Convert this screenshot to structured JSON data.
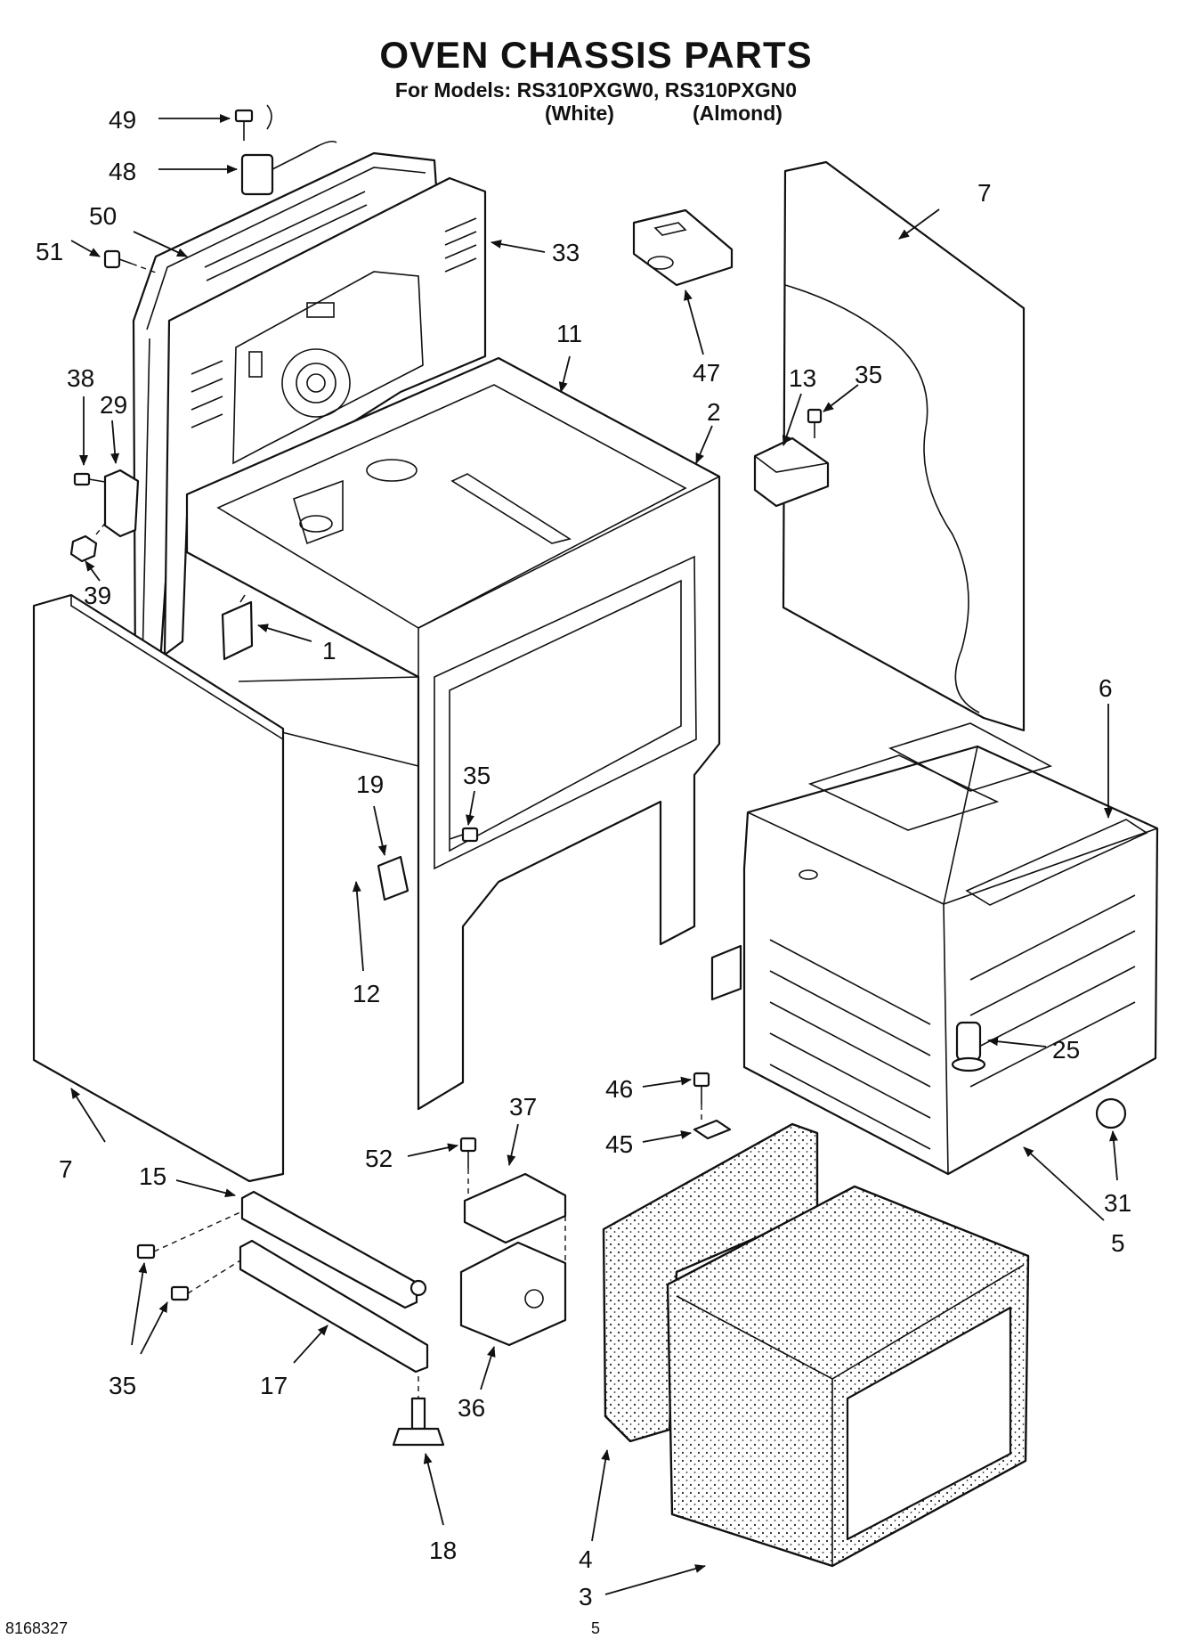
{
  "header": {
    "title": "OVEN CHASSIS PARTS",
    "models_line": "For Models: RS310PXGW0, RS310PXGN0",
    "variant_white": "(White)",
    "variant_almond": "(Almond)"
  },
  "footer": {
    "document_number": "8168327",
    "page_number": "5"
  },
  "callouts": {
    "p49": "49",
    "p48": "48",
    "p50": "50",
    "p51": "51",
    "p33": "33",
    "p38": "38",
    "p29": "29",
    "p39": "39",
    "p1": "1",
    "p11": "11",
    "p2": "2",
    "p47": "47",
    "p13": "13",
    "p35a": "35",
    "p7a": "7",
    "p7b": "7",
    "p6": "6",
    "p35b": "35",
    "p19": "19",
    "p12": "12",
    "p25": "25",
    "p46": "46",
    "p45": "45",
    "p31": "31",
    "p5": "5",
    "p37": "37",
    "p52": "52",
    "p15": "15",
    "p35c": "35",
    "p17": "17",
    "p36": "36",
    "p18": "18",
    "p4": "4",
    "p3": "3"
  }
}
